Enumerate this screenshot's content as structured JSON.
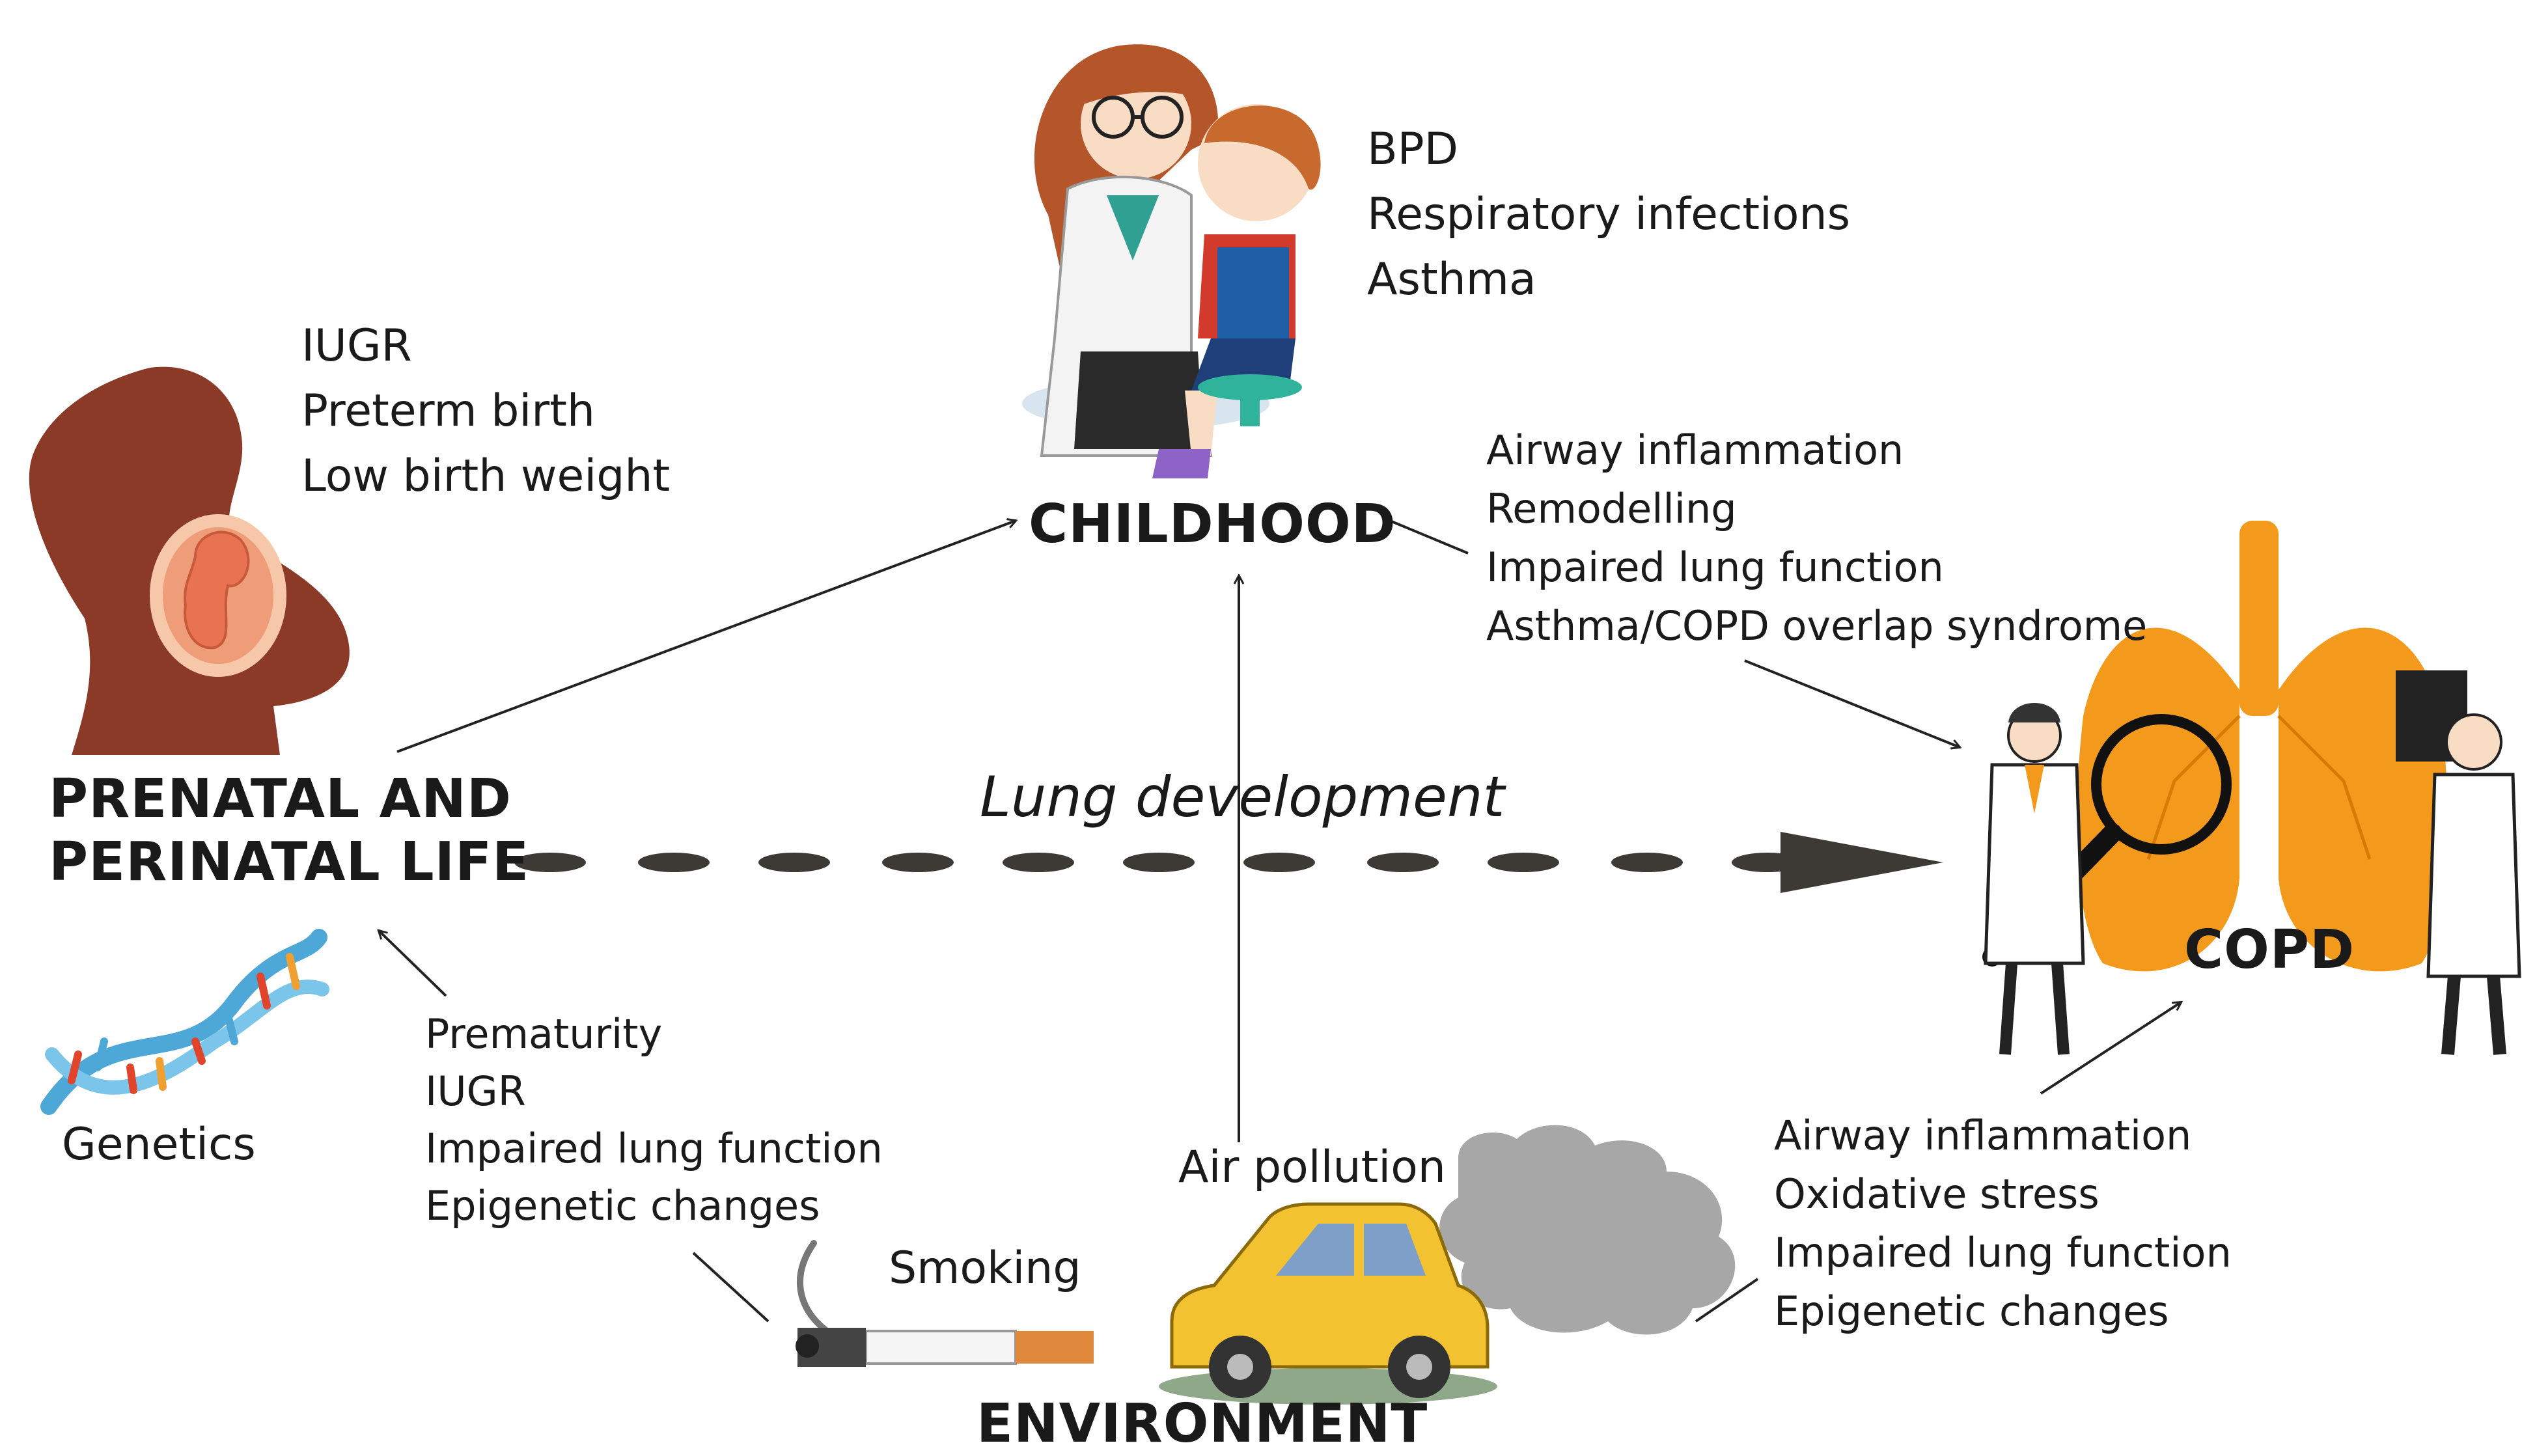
{
  "nodes": {
    "prenatal": {
      "label_line1": "PRENATAL AND",
      "label_line2": "PERINATAL LIFE"
    },
    "childhood": {
      "label": "CHILDHOOD"
    },
    "copd": {
      "label": "COPD"
    },
    "environment": {
      "label": "ENVIRONMENT"
    }
  },
  "timeline": {
    "label": "Lung development"
  },
  "prenatal_factors": [
    "IUGR",
    "Preterm birth",
    "Low birth weight"
  ],
  "childhood_factors": [
    "BPD",
    "Respiratory infections",
    "Asthma"
  ],
  "childhood_to_copd": [
    "Airway inflammation",
    "Remodelling",
    "Impaired lung function",
    "Asthma/COPD overlap syndrome"
  ],
  "environment_to_prenatal": [
    "Prematurity",
    "IUGR",
    "Impaired lung function",
    "Epigenetic changes"
  ],
  "environment_to_copd": [
    "Airway inflammation",
    "Oxidative stress",
    "Impaired lung function",
    "Epigenetic changes"
  ],
  "genetics": {
    "label": "Genetics"
  },
  "smoking": {
    "label": "Smoking"
  },
  "air_pollution": {
    "label": "Air pollution"
  },
  "icons": [
    "pregnant-woman-icon",
    "dna-helix-icon",
    "doctor-child-icon",
    "lungs-doctors-icon",
    "cigarette-icon",
    "car-exhaust-icon"
  ],
  "colors": {
    "womb": "#8b3a28",
    "lungs": "#f39a1c",
    "car": "#f2c230",
    "dna_blue": "#4da8d8",
    "dna_red": "#e0452c",
    "timeline": "#3d3a36",
    "smoke": "#a7a7a7"
  }
}
